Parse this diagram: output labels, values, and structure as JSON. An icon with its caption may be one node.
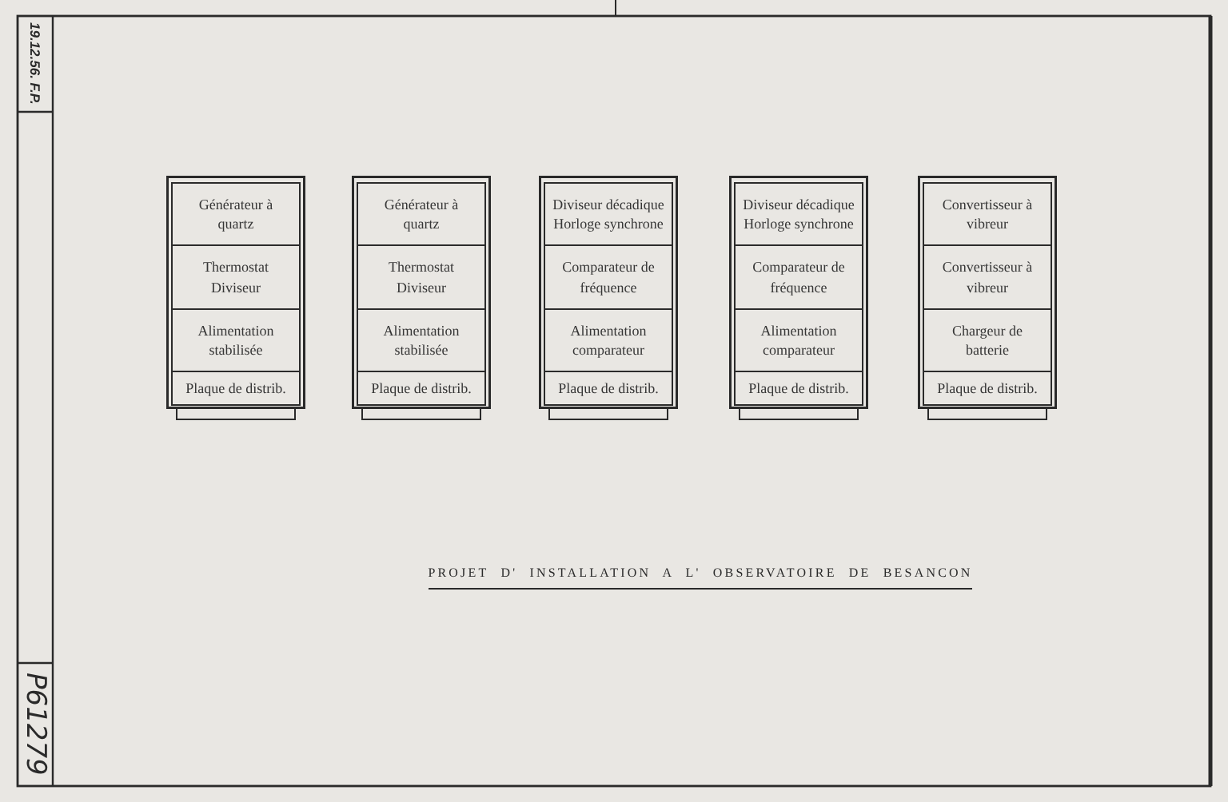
{
  "diagram": {
    "title": "PROJET D' INSTALLATION A L' OBSERVATOIRE DE BESANCON",
    "nodes": [
      {
        "text": [],
        "shape": "box"
      },
      {
        "text": [
          "Générateur à quartz"
        ],
        "in": 0
      },
      {
        "text": [
          "Thermostat Diviseur"
        ],
        "in": 0
      },
      {
        "text": [
          "Alimentation stabilisée"
        ],
        "in": 0
      },
      {
        "text": [
          "Plaque de distrib."
        ],
        "in": 0
      },
      {
        "text": [],
        "shape": "box"
      },
      {
        "text": [
          "Générateur à quartz"
        ],
        "in": 5
      },
      {
        "text": [
          "Thermostat Diviseur"
        ],
        "in": 5
      },
      {
        "text": [
          "Alimentation stabilisée"
        ],
        "in": 5
      },
      {
        "text": [
          "Plaque de distrib."
        ],
        "in": 5
      },
      {
        "text": [],
        "shape": "box"
      },
      {
        "text": [
          "Diviseur décadique Horloge synchrone"
        ],
        "in": 10
      },
      {
        "text": [
          "Comparateur de fréquence"
        ],
        "in": 10
      },
      {
        "text": [
          "Alimentation comparateur"
        ],
        "in": 10
      },
      {
        "text": [
          "Plaque de distrib."
        ],
        "in": 10
      },
      {
        "text": [],
        "shape": "box"
      },
      {
        "text": [
          "Diviseur décadique Horloge synchrone"
        ],
        "in": 15
      },
      {
        "text": [
          "Comparateur de fréquence"
        ],
        "in": 15
      },
      {
        "text": [
          "Alimentation comparateur"
        ],
        "in": 15
      },
      {
        "text": [
          "Plaque de distrib."
        ],
        "in": 15
      },
      {
        "text": [],
        "shape": "box"
      },
      {
        "text": [
          "Convertisseur à vibreur"
        ],
        "in": 20
      },
      {
        "text": [
          "Convertisseur à vibreur"
        ],
        "in": 20
      },
      {
        "text": [
          "Chargeur de batterie"
        ],
        "in": 20
      },
      {
        "text": [
          "Plaque de distrib."
        ],
        "in": 20
      }
    ],
    "labels": [
      "19.12.56. F.P.",
      "P61279"
    ]
  }
}
